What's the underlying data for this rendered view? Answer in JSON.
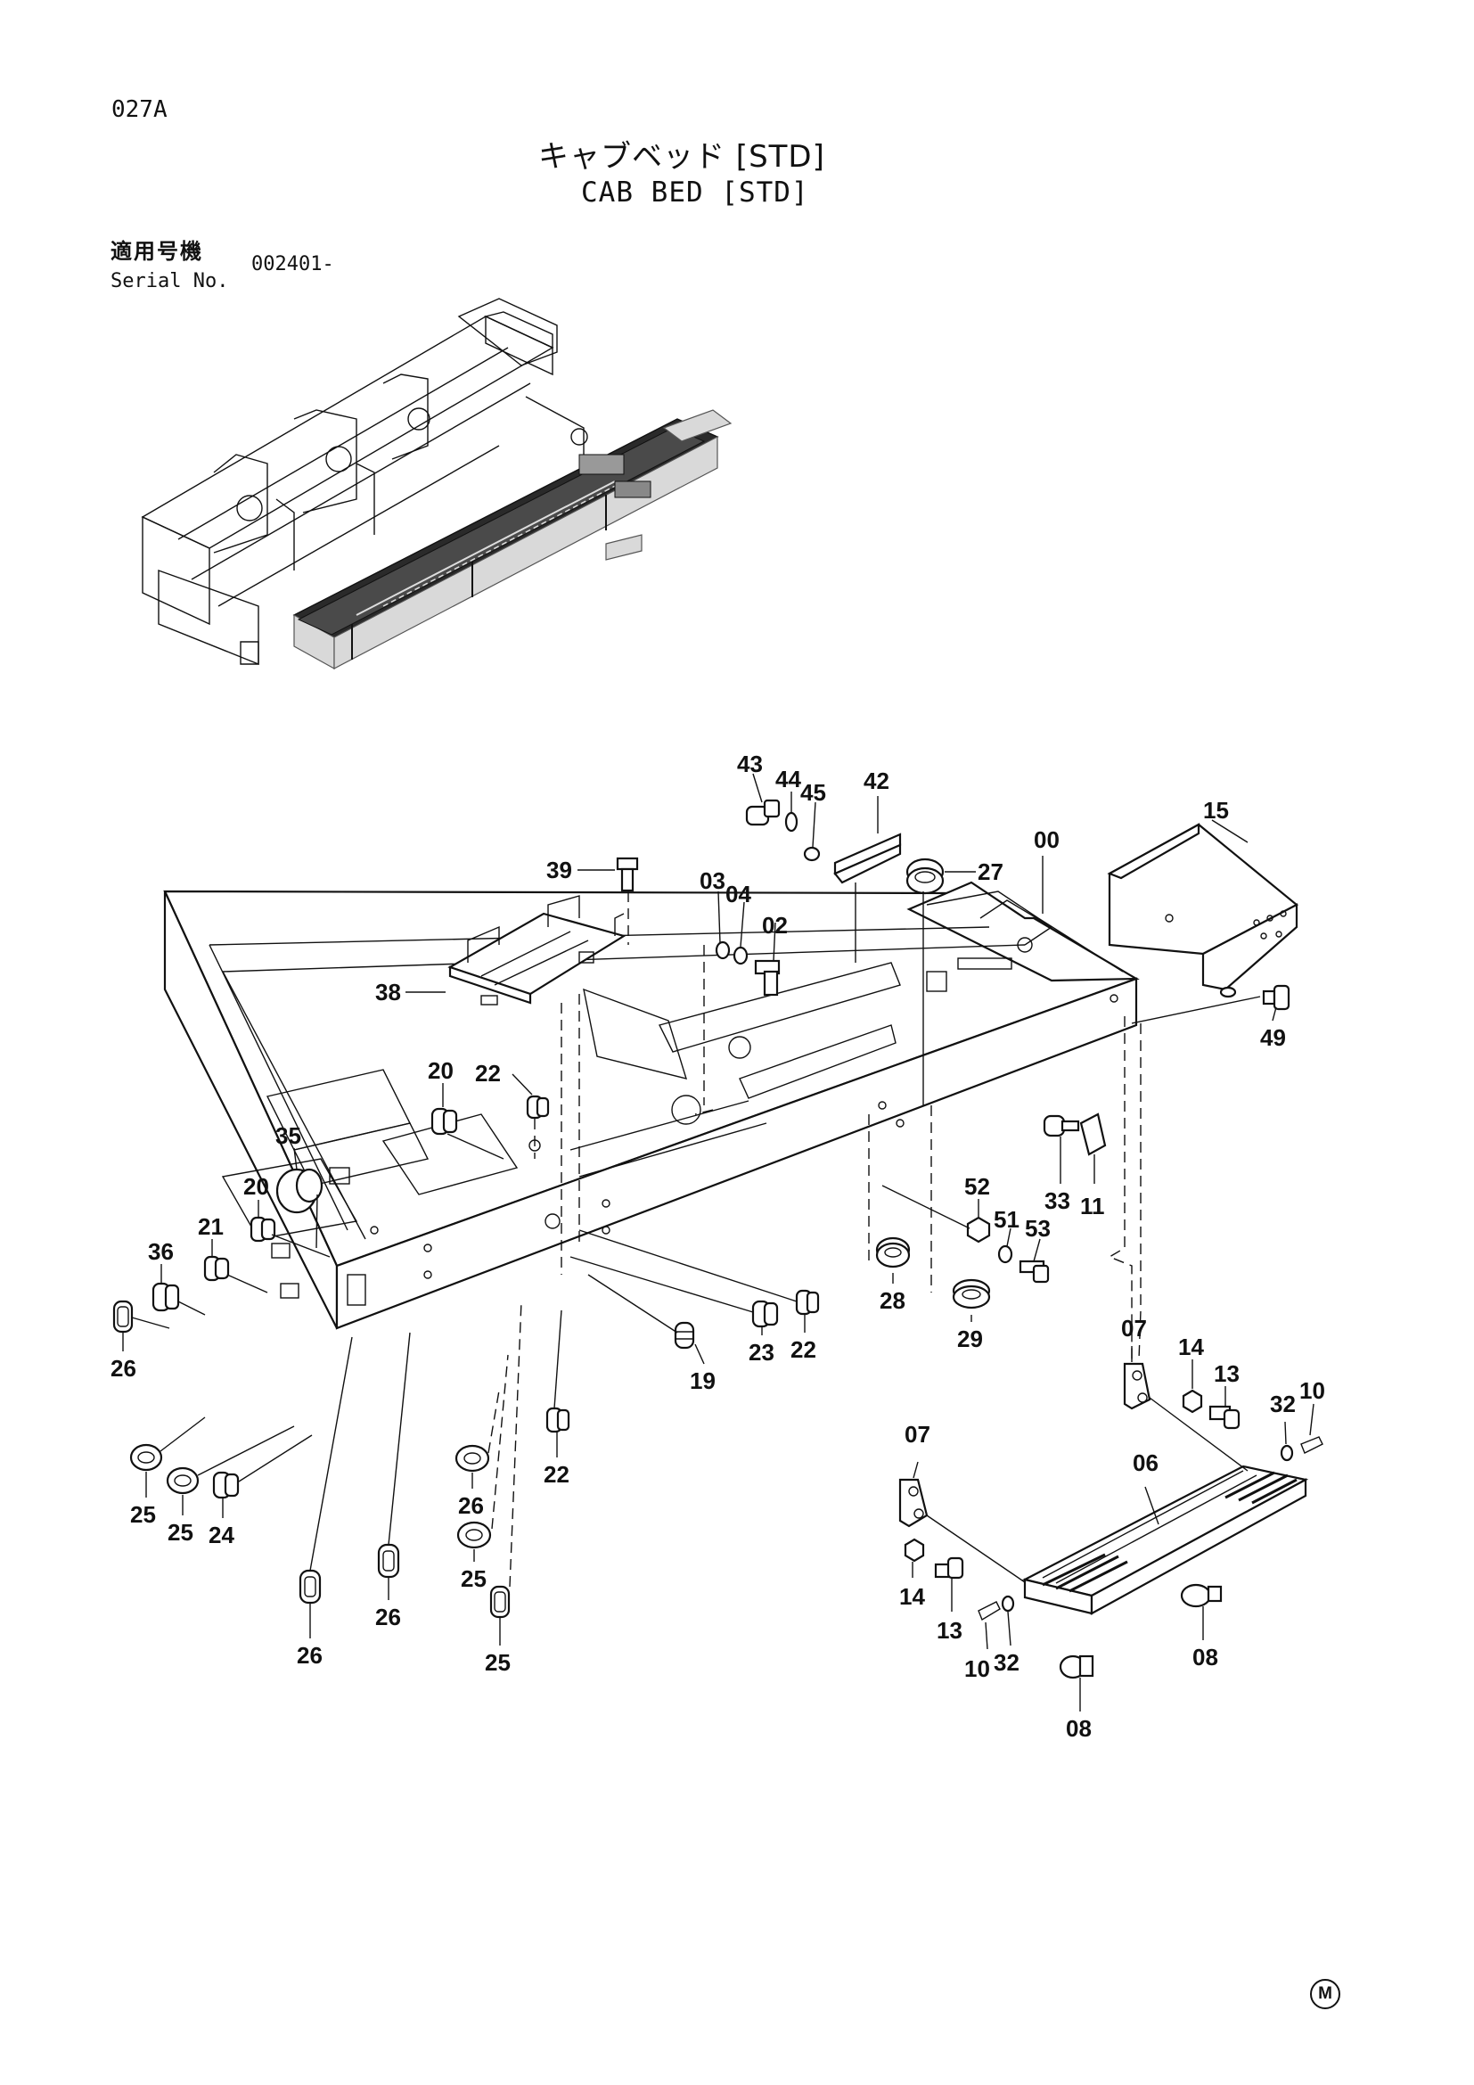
{
  "page_code": "027A",
  "title_jp": "キャブベッド [STD]",
  "title_en": "CAB BED [STD]",
  "serial": {
    "label_jp": "適用号機",
    "label_en": "Serial No.",
    "value": "002401-"
  },
  "callouts": {
    "c00": "00",
    "c02": "02",
    "c03": "03",
    "c04": "04",
    "c06": "06",
    "c07a": "07",
    "c07b": "07",
    "c08a": "08",
    "c08b": "08",
    "c10a": "10",
    "c10b": "10",
    "c11": "11",
    "c13a": "13",
    "c13b": "13",
    "c14a": "14",
    "c14b": "14",
    "c15": "15",
    "c19": "19",
    "c20a": "20",
    "c20b": "20",
    "c21": "21",
    "c22a": "22",
    "c22b": "22",
    "c22c": "22",
    "c23": "23",
    "c24": "24",
    "c25a": "25",
    "c25b": "25",
    "c25c": "25",
    "c25d": "25",
    "c26a": "26",
    "c26b": "26",
    "c26c": "26",
    "c26d": "26",
    "c27": "27",
    "c28": "28",
    "c29": "29",
    "c32a": "32",
    "c32b": "32",
    "c33": "33",
    "c35": "35",
    "c36": "36",
    "c38": "38",
    "c39": "39",
    "c42": "42",
    "c43": "43",
    "c44": "44",
    "c45": "45",
    "c49": "49",
    "c51": "51",
    "c52": "52",
    "c53": "53"
  },
  "mfr_mark": "M"
}
